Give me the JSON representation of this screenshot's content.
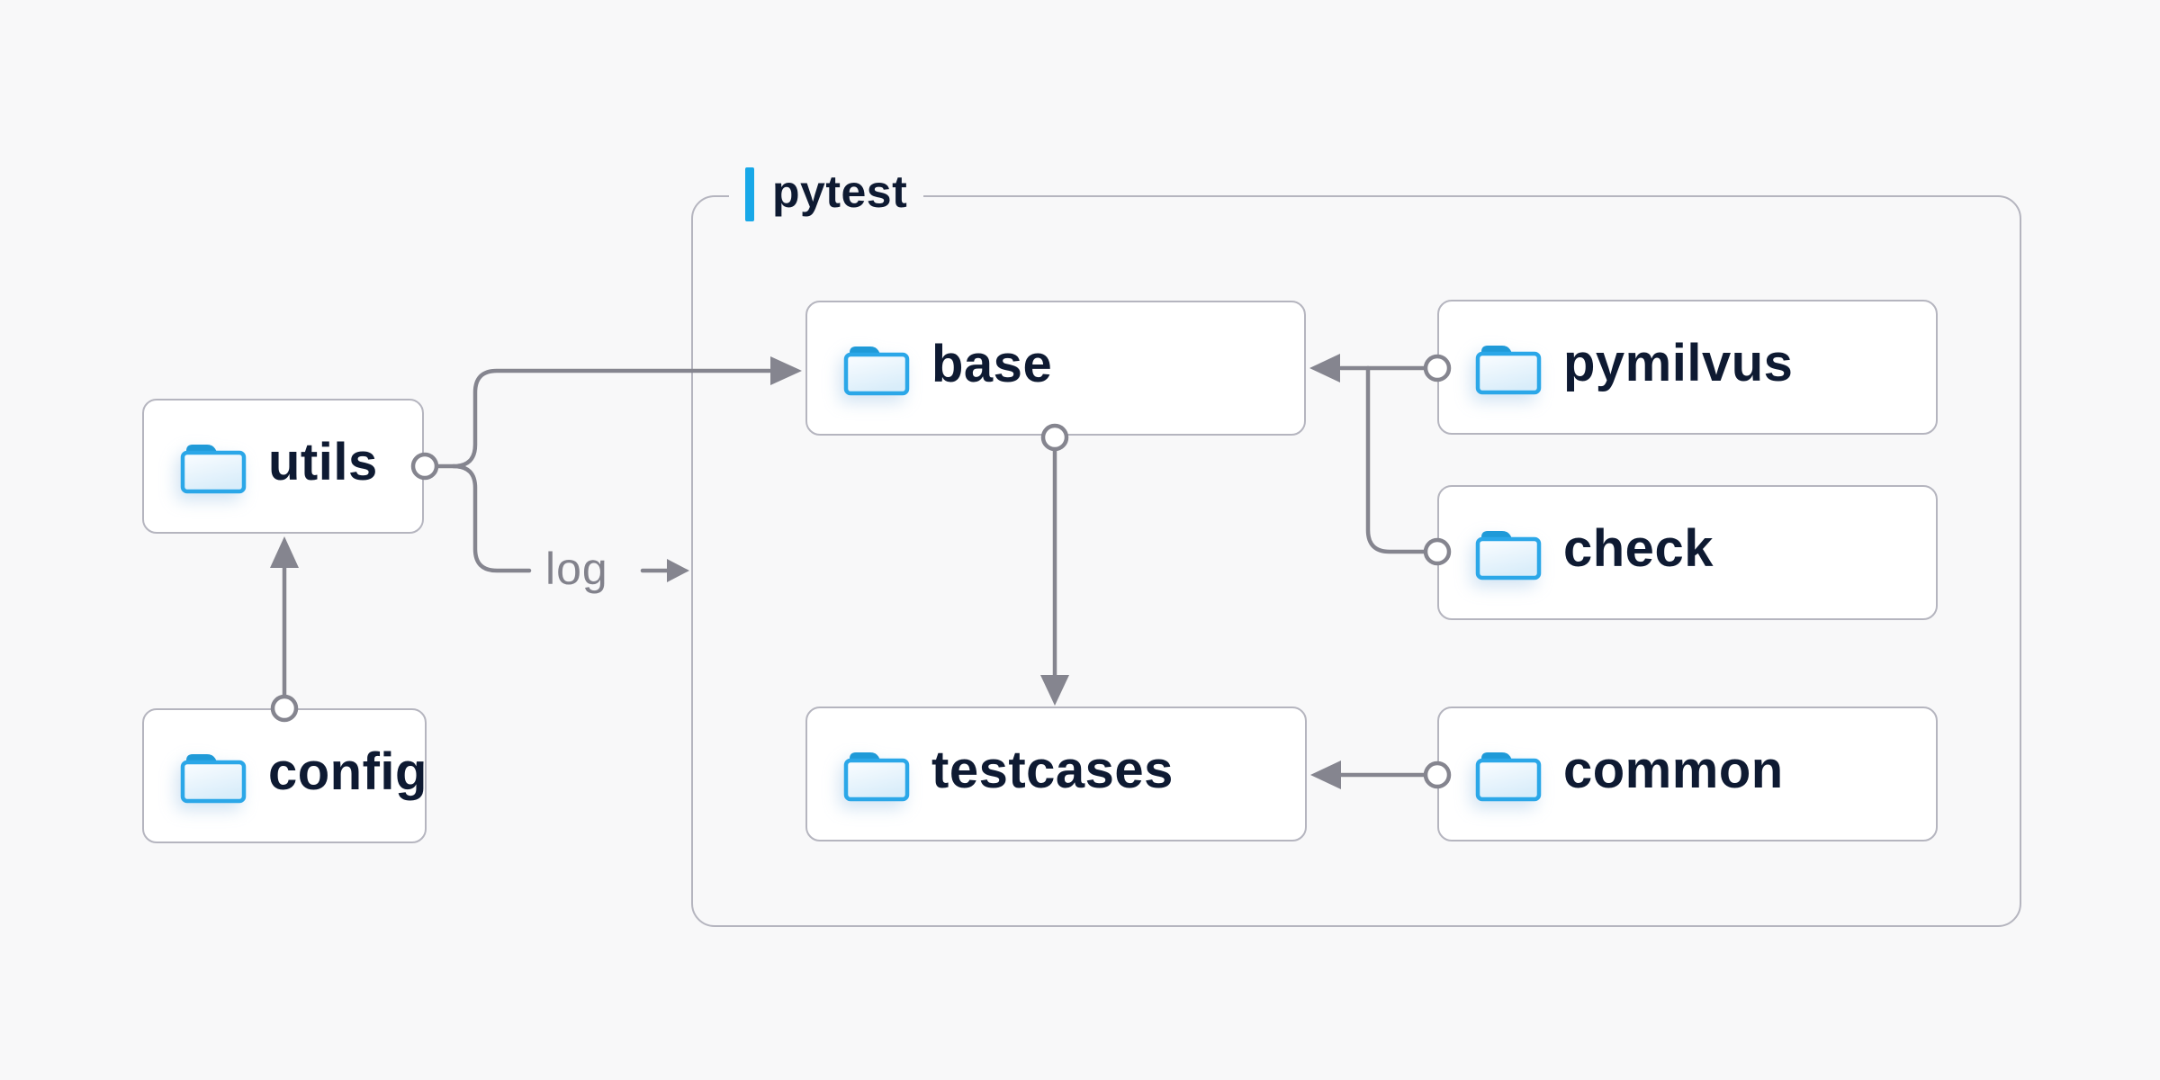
{
  "diagram": {
    "container": {
      "label": "pytest",
      "accent_color": "#18a8e8"
    },
    "nodes": [
      {
        "id": "utils",
        "label": "utils",
        "icon": "folder"
      },
      {
        "id": "config",
        "label": "config",
        "icon": "folder"
      },
      {
        "id": "base",
        "label": "base",
        "icon": "folder"
      },
      {
        "id": "pymilvus",
        "label": "pymilvus",
        "icon": "folder"
      },
      {
        "id": "check",
        "label": "check",
        "icon": "folder"
      },
      {
        "id": "testcases",
        "label": "testcases",
        "icon": "folder"
      },
      {
        "id": "common",
        "label": "common",
        "icon": "folder"
      }
    ],
    "edges": [
      {
        "from": "config",
        "to": "utils"
      },
      {
        "from": "utils",
        "to": "base"
      },
      {
        "from": "utils",
        "to": "log-output",
        "label": "log"
      },
      {
        "from": "pymilvus",
        "to": "base"
      },
      {
        "from": "check",
        "to": "base"
      },
      {
        "from": "base",
        "to": "testcases"
      },
      {
        "from": "common",
        "to": "testcases"
      }
    ],
    "edge_label": "log",
    "colors": {
      "background": "#f8f8f9",
      "node_background": "#ffffff",
      "node_border": "#b5b5bf",
      "container_border": "#b5b5bf",
      "line": "#85858f",
      "text": "#0e1a32",
      "edge_label_text": "#82828c",
      "accent_bar": "#18a8e8",
      "folder_blue": "#2ba7e8",
      "folder_tab": "#1f9ad8",
      "folder_fill_top": "#fbfdff",
      "folder_fill_bottom": "#d9edfa"
    }
  }
}
